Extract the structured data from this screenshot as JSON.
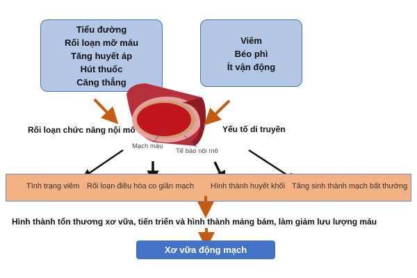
{
  "left_box": {
    "items": [
      "Tiểu đường",
      "Rối loạn mỡ máu",
      "Tăng huyết áp",
      "Hút thuốc",
      "Căng thẳng"
    ]
  },
  "right_box": {
    "items": [
      "Viêm",
      "Béo phì",
      "Ít vận động"
    ]
  },
  "labels": {
    "endothelial_dysfunction": "Rối loạn chức năng nội mô",
    "genetic_factor": "Yếu tố di truyền",
    "vessel": "Mạch máu",
    "endothelial_cell": "Tế bào nội mô"
  },
  "band": {
    "items": [
      "Tình trạng viêm",
      "Rối loạn điều hòa co giãn mạch",
      "Hình thành huyết khối",
      "Tăng sinh thành mạch bất thường"
    ]
  },
  "outcome_text": "Hình thành tổn thương xơ vữa, tiến triển và hình thành mảng bám, làm giảm lưu lượng máu",
  "result": "Xơ vữa động mạch",
  "colors": {
    "box": "#b4c7e7",
    "band": "#f4b183",
    "result": "#4472c4",
    "orange_arrow": "#c55a11"
  }
}
